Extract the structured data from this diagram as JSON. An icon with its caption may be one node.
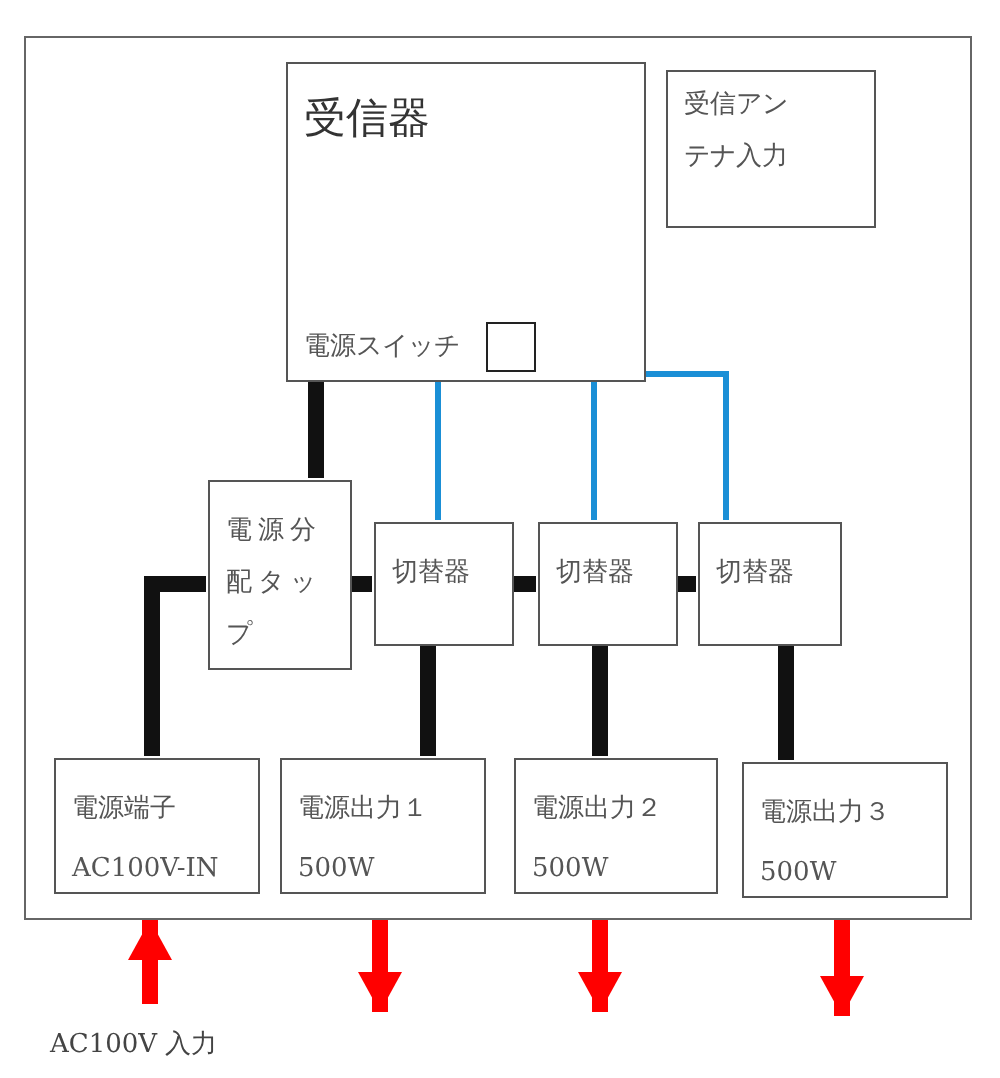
{
  "diagram": {
    "nodes": [
      {
        "text": [],
        "shape": "box"
      },
      {
        "text": [
          "受信器",
          "電源スイッチ"
        ],
        "in": 0
      },
      {
        "text": [
          "受信アンテナ入力"
        ],
        "in": 0
      },
      {
        "text": [
          "電源分配タップ"
        ],
        "in": 0
      },
      {
        "text": [
          "切替器"
        ],
        "in": 0
      },
      {
        "text": [
          "切替器"
        ],
        "in": 0
      },
      {
        "text": [
          "切替器"
        ],
        "in": 0
      },
      {
        "text": [
          "電源端子",
          "AC100V-IN"
        ],
        "in": 0
      },
      {
        "text": [
          "電源出力１",
          "500W"
        ],
        "in": 0
      },
      {
        "text": [
          "電源出力２",
          "500W"
        ],
        "in": 0
      },
      {
        "text": [
          "電源出力３",
          "500W"
        ],
        "in": 0
      }
    ],
    "edges": [
      {
        "from": 1,
        "to": 3,
        "arrow": "none"
      },
      {
        "from": 1,
        "to": 4,
        "arrow": "none",
        "color": "#1a8fd6"
      },
      {
        "from": 1,
        "to": 5,
        "arrow": "none",
        "color": "#1a8fd6"
      },
      {
        "from": 1,
        "to": 6,
        "arrow": "none",
        "color": "#1a8fd6"
      },
      {
        "from": 3,
        "to": 4,
        "arrow": "none"
      },
      {
        "from": 4,
        "to": 5,
        "arrow": "none"
      },
      {
        "from": 5,
        "to": 6,
        "arrow": "none"
      },
      {
        "from": 7,
        "to": 3,
        "arrow": "none"
      },
      {
        "from": 4,
        "to": 8,
        "arrow": "none"
      },
      {
        "from": 5,
        "to": 9,
        "arrow": "none"
      },
      {
        "from": 6,
        "to": 10,
        "arrow": "none"
      },
      {
        "from": null,
        "to": 0,
        "arrow": "to",
        "color": "#ff0000"
      },
      {
        "from": 0,
        "to": null,
        "arrow": "to",
        "color": "#ff0000"
      },
      {
        "from": 0,
        "to": null,
        "arrow": "to",
        "color": "#ff0000"
      },
      {
        "from": 0,
        "to": null,
        "arrow": "to",
        "color": "#ff0000"
      }
    ],
    "labels": [
      "AC100V 入力"
    ]
  }
}
